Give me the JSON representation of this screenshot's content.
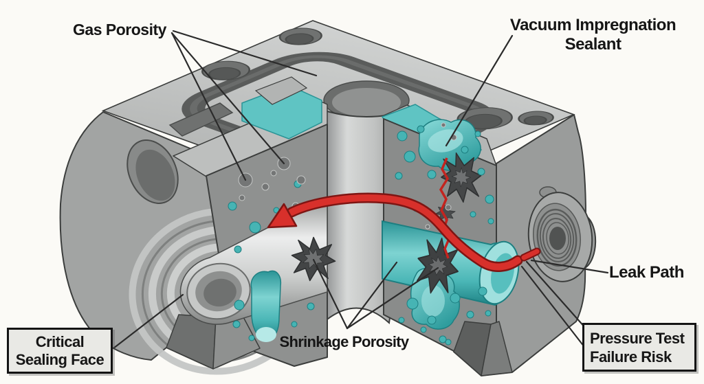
{
  "callouts": {
    "gas_porosity": {
      "text": "Gas Porosity"
    },
    "vacuum_sealant": {
      "lines": [
        "Vacuum Impregnation",
        "Sealant"
      ]
    },
    "leak_path": {
      "text": "Leak Path"
    },
    "shrinkage_porosity": {
      "text": "Shrinkage Porosity"
    },
    "critical_sealing_face": {
      "lines": [
        "Critical",
        "Sealing Face"
      ],
      "boxed": true
    },
    "pressure_test_failure_risk": {
      "lines": [
        "Pressure Test",
        "Failure Risk"
      ],
      "boxed": true
    }
  },
  "colors": {
    "background": "#fbfaf6",
    "metal_gray": "#9b9d9c",
    "cut_face_gray": "#8d8f8e",
    "sealant_teal": "#46b4b4",
    "sealant_teal_light": "#a0e0de",
    "leak_red": "#d8302b",
    "leader_line": "#2b2b2b",
    "callout_box_bg": "#e9e9e5",
    "callout_border": "#141414"
  }
}
